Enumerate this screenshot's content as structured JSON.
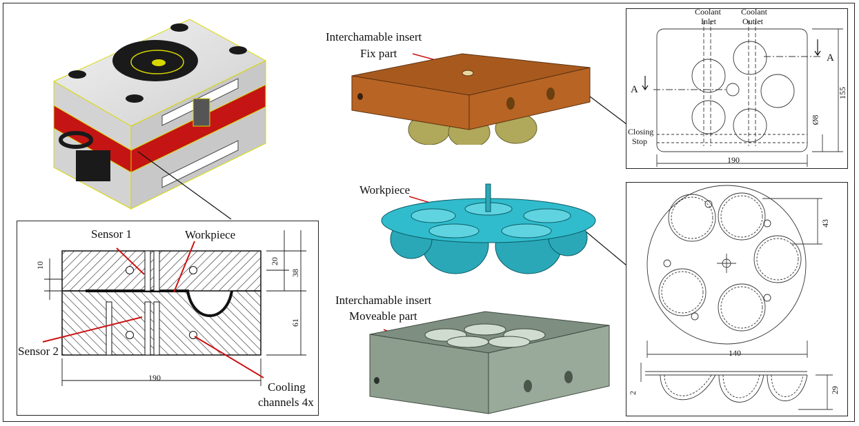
{
  "cross_section": {
    "sensor1": "Sensor 1",
    "sensor2": "Sensor 2",
    "workpiece": "Workpiece",
    "cooling_line1": "Cooling",
    "cooling_line2": "channels  4x",
    "dim_10": "10",
    "dim_20": "20",
    "dim_38": "38",
    "dim_61": "61",
    "dim_190": "190"
  },
  "fix_part": {
    "line1": "Interchamable insert",
    "line2": "Fix part",
    "color": "#b86424"
  },
  "workpiece": {
    "label": "Workpiece",
    "color": "#2fb4c4"
  },
  "moveable_part": {
    "line1": "Interchamable insert",
    "line2": "Moveable part",
    "color": "#8e9e8e"
  },
  "drawing_top": {
    "coolant_inlet_1": "Coolant",
    "coolant_inlet_2": "Inlet",
    "coolant_outlet_1": "Coolant",
    "coolant_outlet_2": "Outlet",
    "section_a1": "A",
    "section_a2": "A",
    "dim_155": "155",
    "dim_phi8": "Ø8",
    "closing_1": "Closing",
    "closing_2": "Stop",
    "dim_190": "190"
  },
  "drawing_bottom": {
    "dim_43": "43",
    "dim_140": "140",
    "dim_2": "2",
    "dim_29": "29"
  },
  "colors": {
    "mold_red": "#c41414",
    "mold_grey": "#d9d9d9",
    "leader_red": "#cc1111"
  }
}
